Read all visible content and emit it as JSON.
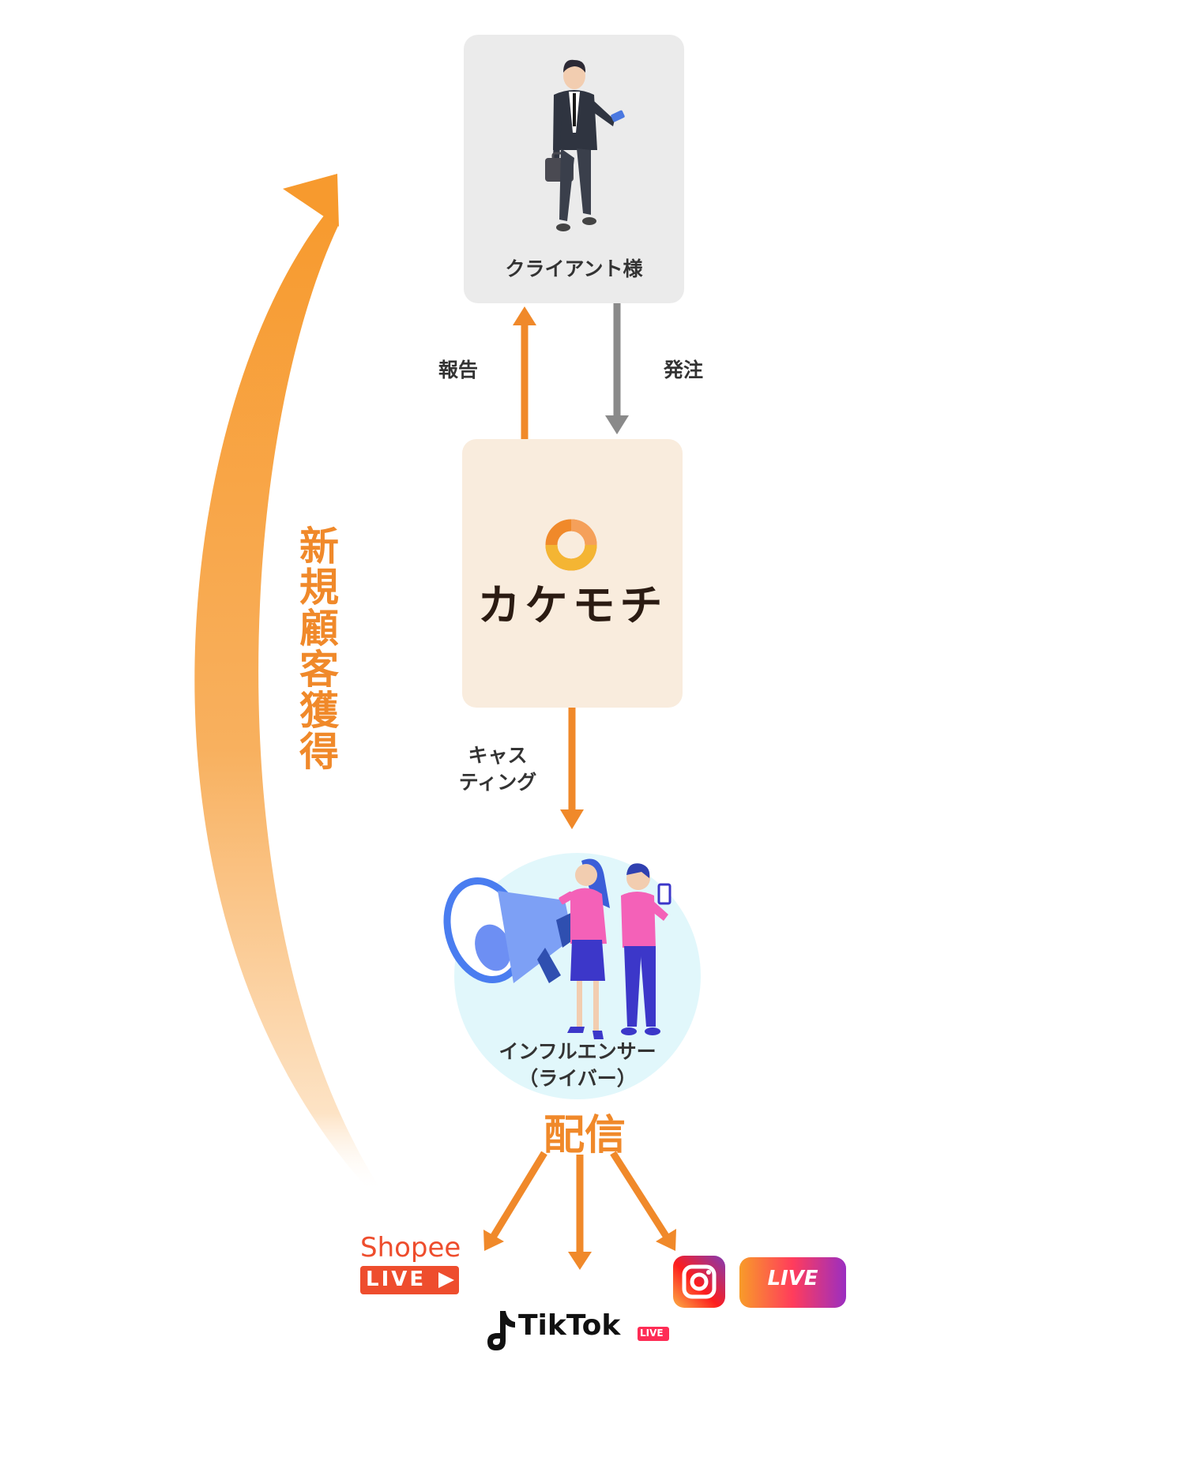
{
  "nodes": {
    "client": {
      "label": "クライアント様"
    },
    "company": {
      "logo_text": "カケモチ"
    },
    "influencer": {
      "label_line1": "インフルエンサー",
      "label_line2": "（ライバー）"
    }
  },
  "edges": {
    "report": "報告",
    "order": "発注",
    "casting_line1": "キャス",
    "casting_line2": "ティング"
  },
  "big_arrow_label": "新規顧客獲得",
  "broadcast_label": "配信",
  "platforms": {
    "shopee": {
      "name": "Shopee",
      "badge": "LIVE"
    },
    "tiktok": {
      "name": "TikTok",
      "badge": "LIVE"
    },
    "instagram": {
      "badge": "LIVE"
    }
  },
  "colors": {
    "accent": "#f0892a",
    "grey_arrow": "#8a8a8a",
    "client_bg": "#ebebeb",
    "company_bg": "#f9ecdd",
    "influencer_bg": "#e1f7fb",
    "shopee": "#ee4d2d",
    "logo_orange": "#f0892a",
    "logo_yellow": "#f4b533"
  }
}
